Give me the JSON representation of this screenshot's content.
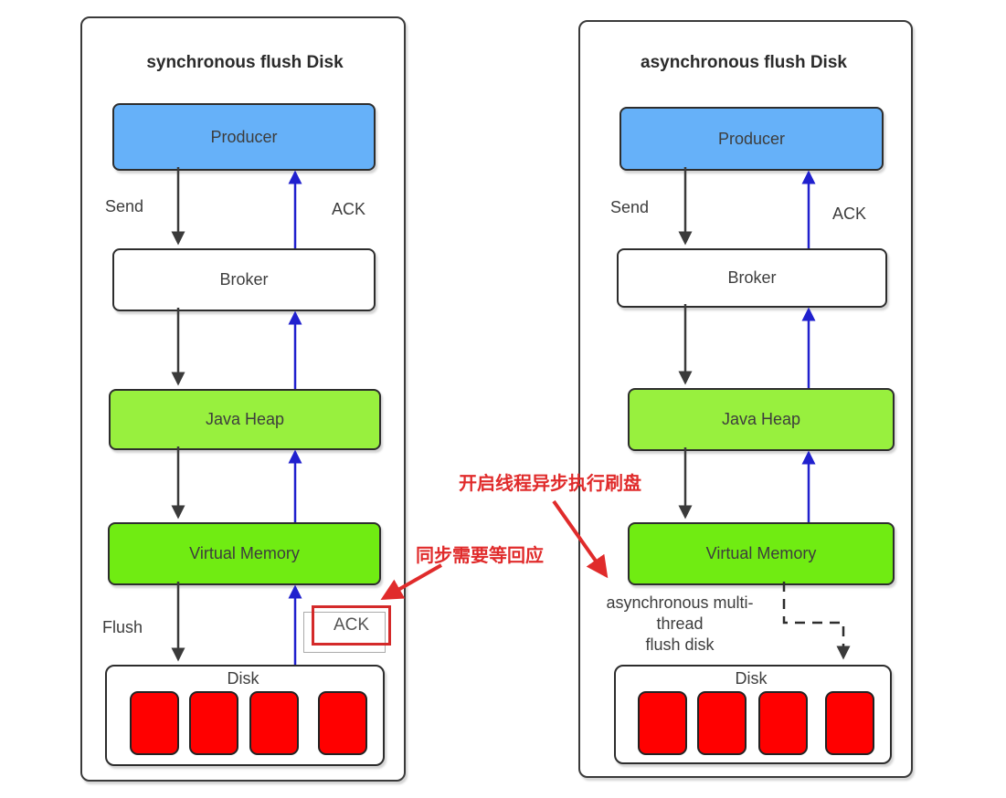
{
  "colors": {
    "producer_blue": "#66B1F9",
    "java_heap_green": "#98F03E",
    "virtual_memory_green": "#70EC12",
    "disk_block_red": "#FF0000",
    "flow_arrow_black": "#3a3a3a",
    "ack_arrow_blue": "#2020CE",
    "annotation_red": "#E02B2B",
    "ack_highlight_border_red": "#D42A2A"
  },
  "left": {
    "title": "synchronous flush Disk",
    "boxes": {
      "producer": "Producer",
      "broker": "Broker",
      "java_heap": "Java Heap",
      "virtual_memory": "Virtual Memory"
    },
    "labels": {
      "send": "Send",
      "ack": "ACK",
      "flush": "Flush",
      "ack_boxed": "ACK",
      "disk": "Disk"
    }
  },
  "right": {
    "title": "asynchronous flush Disk",
    "boxes": {
      "producer": "Producer",
      "broker": "Broker",
      "java_heap": "Java Heap",
      "virtual_memory": "Virtual Memory"
    },
    "labels": {
      "send": "Send",
      "ack": "ACK",
      "disk": "Disk"
    },
    "note": {
      "line1": "asynchronous multi-",
      "line2": "thread",
      "line3": "flush disk"
    }
  },
  "annotations": {
    "async_thread_note": "开启线程异步执行刷盘",
    "sync_wait_note": "同步需要等回应"
  }
}
